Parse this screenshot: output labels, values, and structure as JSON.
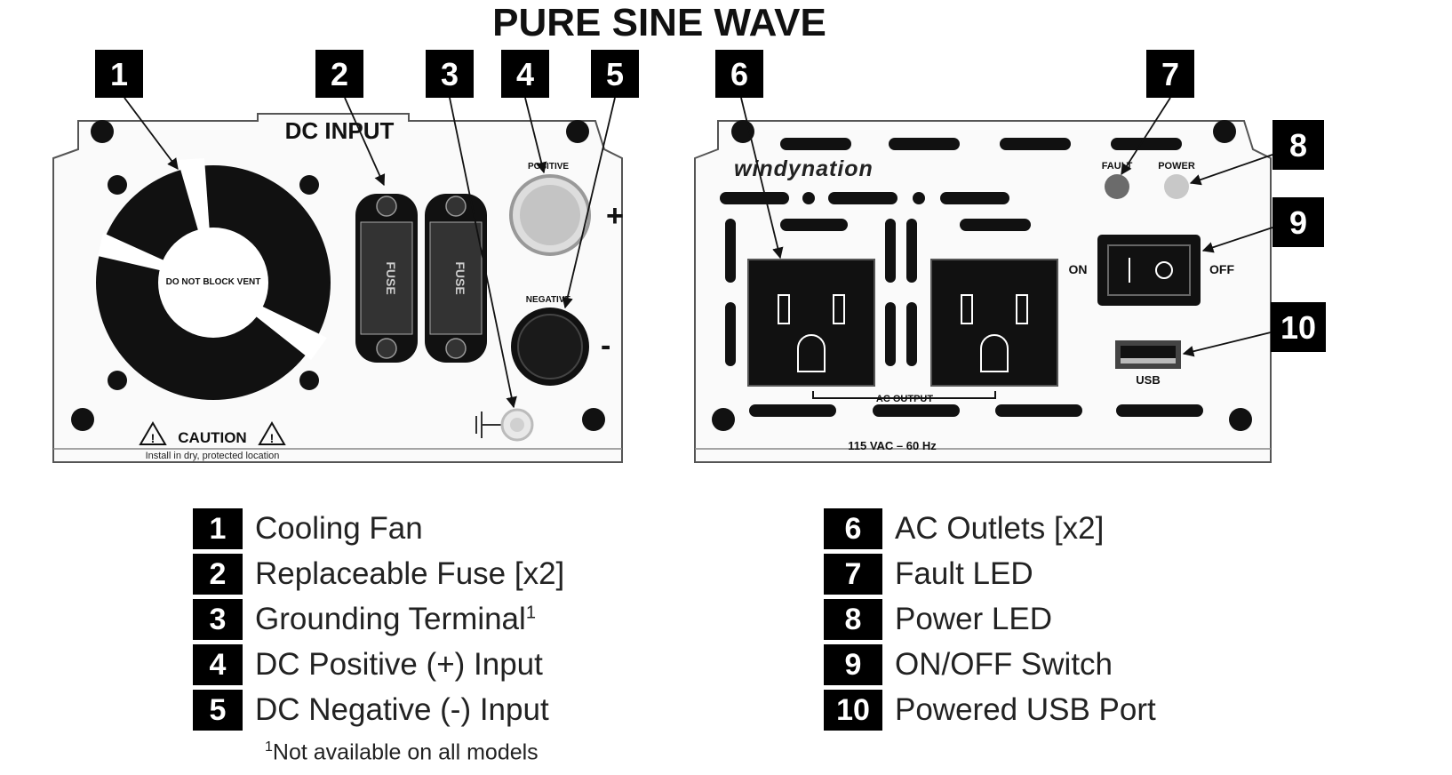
{
  "title": "PURE SINE WAVE",
  "left_panel": {
    "dc_input": "DC INPUT",
    "fan_text": "DO NOT BLOCK VENT",
    "fuse_text": "FUSE",
    "positive_label": "POSITIVE",
    "negative_label": "NEGATIVE",
    "plus_sign": "+",
    "minus_sign": "-",
    "caution": "CAUTION",
    "caution_note": "Install in dry, protected location"
  },
  "right_panel": {
    "brand": "windynation",
    "fault_label": "FAULT",
    "power_label": "POWER",
    "on_label": "ON",
    "off_label": "OFF",
    "ac_output": "AC OUTPUT",
    "usb_label": "USB",
    "rating": "115 VAC – 60 Hz"
  },
  "callouts": [
    "1",
    "2",
    "3",
    "4",
    "5",
    "6",
    "7",
    "8",
    "9",
    "10"
  ],
  "legend": {
    "left": [
      {
        "num": "1",
        "label": "Cooling Fan"
      },
      {
        "num": "2",
        "label": "Replaceable Fuse [x2]"
      },
      {
        "num": "3",
        "label": "Grounding Terminal",
        "sup": "1"
      },
      {
        "num": "4",
        "label": "DC Positive (+) Input"
      },
      {
        "num": "5",
        "label": "DC Negative (-) Input"
      }
    ],
    "right": [
      {
        "num": "6",
        "label": "AC Outlets [x2]"
      },
      {
        "num": "7",
        "label": "Fault LED"
      },
      {
        "num": "8",
        "label": "Power LED"
      },
      {
        "num": "9",
        "label": "ON/OFF Switch"
      },
      {
        "num": "10",
        "label": "Powered USB Port"
      }
    ]
  },
  "footnote": {
    "sup": "1",
    "text": "Not available on all models"
  }
}
